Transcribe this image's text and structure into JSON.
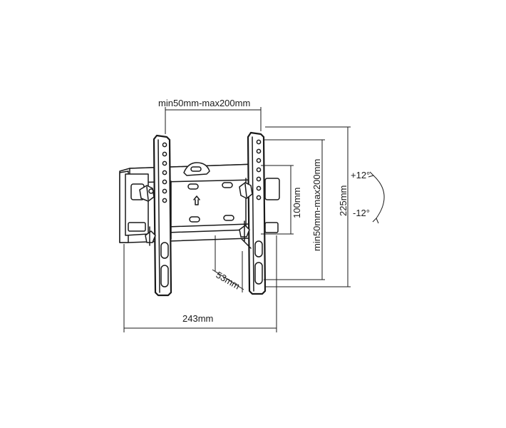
{
  "dimensions": {
    "top_vesa": "min50mm-max200mm",
    "right_vesa": "min50mm-max200mm",
    "inner_height": "100mm",
    "total_height": "225mm",
    "depth": "53mm",
    "total_width": "243mm"
  },
  "tilt": {
    "up": "+12°",
    "down": "-12°"
  }
}
